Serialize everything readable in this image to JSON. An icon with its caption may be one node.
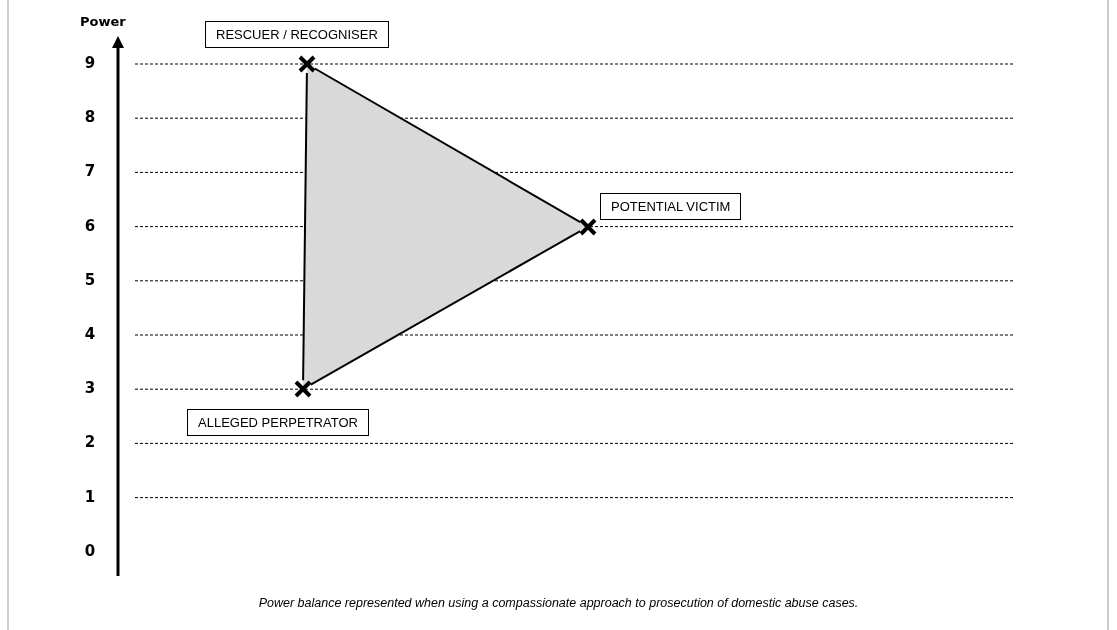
{
  "diagram": {
    "caption": "Power balance represented when using a compassionate approach to prosecution of domestic abuse cases.",
    "nodes": [
      {
        "text": [],
        "shape": "cross",
        "beside": [
          "RESCUER / RECOGNISER"
        ]
      },
      {
        "text": [],
        "shape": "cross",
        "beside": [
          "POTENTIAL VICTIM"
        ]
      },
      {
        "text": [],
        "shape": "cross",
        "beside": [
          "ALLEGED PERPETRATOR"
        ]
      }
    ],
    "edges": [
      {
        "from": 0,
        "to": 1,
        "arrow": "none"
      },
      {
        "from": 1,
        "to": 2,
        "arrow": "none"
      },
      {
        "from": 2,
        "to": 0,
        "arrow": "none"
      }
    ],
    "labels": [
      "Power",
      "9",
      "8",
      "7",
      "6",
      "5",
      "4",
      "3",
      "2",
      "1",
      "0"
    ]
  }
}
